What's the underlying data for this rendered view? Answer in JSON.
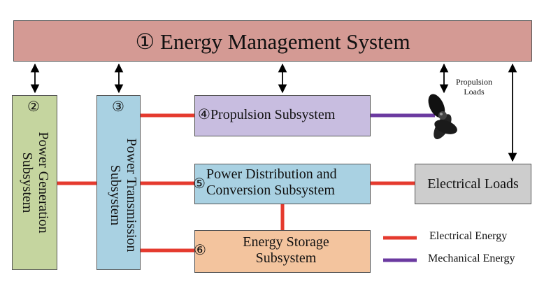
{
  "ems": {
    "number": "①",
    "title": "Energy Management System"
  },
  "generation": {
    "number": "②",
    "line1": "Power Generation",
    "line2": "Subsystem"
  },
  "transmission": {
    "number": "③",
    "line1": "Power Transmission",
    "line2": "Subsystem"
  },
  "propulsion": {
    "number": "④",
    "title": "Propulsion Subsystem"
  },
  "distribution": {
    "number": "⑤",
    "line1": "Power Distribution and",
    "line2": "Conversion Subsystem"
  },
  "storage": {
    "number": "⑥",
    "line1": "Energy Storage",
    "line2": "Subsystem"
  },
  "electrical_loads": {
    "title": "Electrical Loads"
  },
  "propulsion_loads": {
    "line1": "Propulsion",
    "line2": "Loads",
    "icon": "propeller-icon"
  },
  "legend": {
    "electrical": {
      "label": "Electrical Energy",
      "color": "#e53a2e"
    },
    "mechanical": {
      "label": "Mechanical Energy",
      "color": "#6b3aa0"
    }
  },
  "colors": {
    "ems": "#d49a94",
    "generation": "#c5d59f",
    "transmission": "#a9d1e2",
    "propulsion": "#c8bde0",
    "distribution": "#a9d1e2",
    "storage": "#f3c49e",
    "electrical_loads": "#cdcdcd"
  }
}
